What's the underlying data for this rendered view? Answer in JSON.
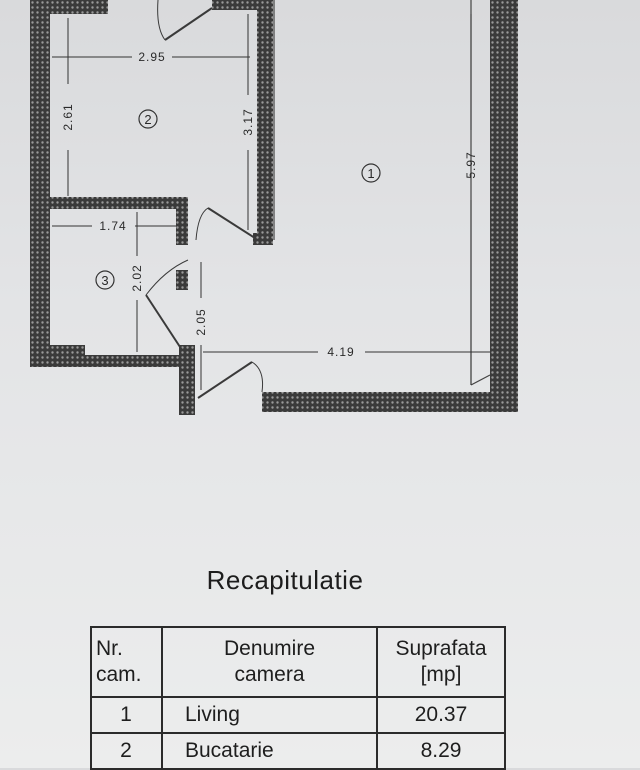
{
  "plan": {
    "dimensions": {
      "kitchen_width": "2.95",
      "kitchen_height_left": "2.61",
      "kitchen_height_right": "3.17",
      "bath_width": "1.74",
      "bath_height": "2.02",
      "hall_height": "2.05",
      "living_width": "4.19",
      "living_height": "5.97"
    },
    "room_markers": {
      "living": "1",
      "kitchen": "2",
      "bath": "3"
    }
  },
  "summary": {
    "title": "Recapitulatie",
    "headers": {
      "nr_line1": "Nr.",
      "nr_line2": "cam.",
      "name_line1": "Denumire",
      "name_line2": "camera",
      "area_line1": "Suprafata",
      "area_line2": "[mp]"
    },
    "rows": [
      {
        "nr": "1",
        "name": "Living",
        "area": "20.37"
      },
      {
        "nr": "2",
        "name": "Bucatarie",
        "area": "8.29"
      }
    ]
  }
}
